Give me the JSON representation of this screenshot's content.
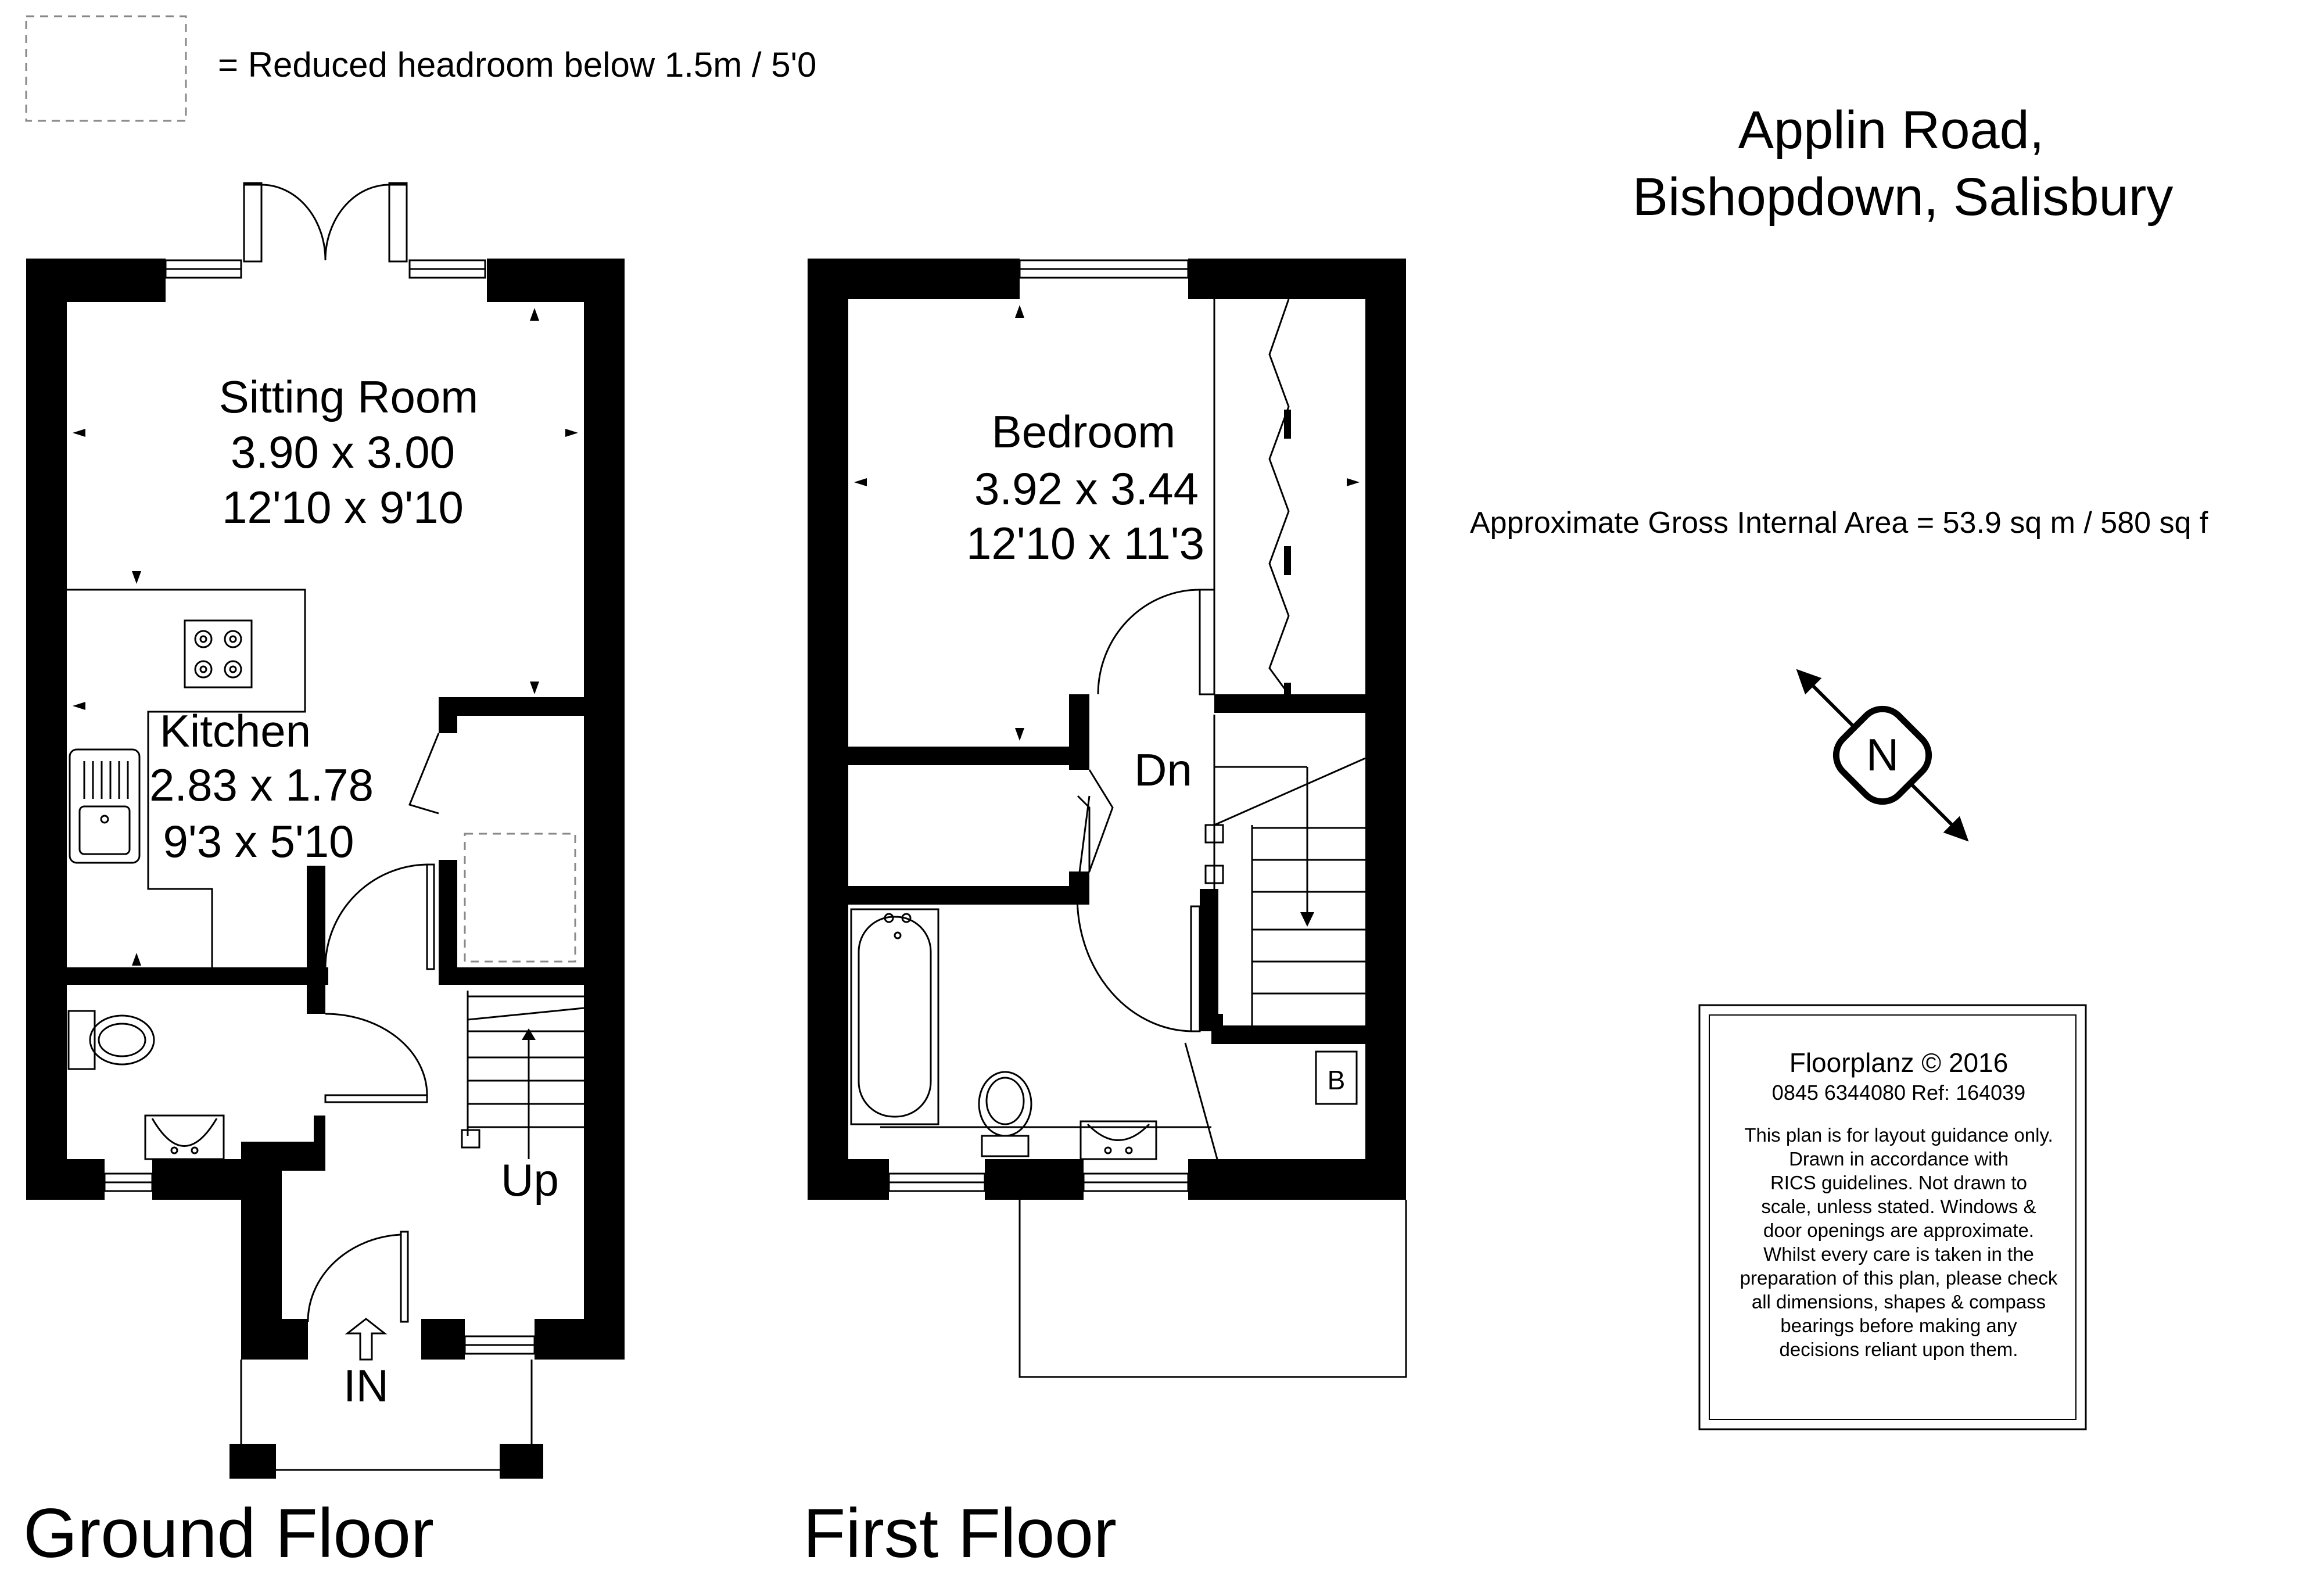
{
  "legend": {
    "text": "= Reduced headroom below 1.5m / 5'0"
  },
  "address": {
    "line1": "Applin Road,",
    "line2": "Bishopdown, Salisbury"
  },
  "area": {
    "text": "Approximate Gross Internal Area = 53.9 sq m / 580 sq f"
  },
  "rooms": {
    "sitting": {
      "name": "Sitting Room",
      "metric": "3.90 x 3.00",
      "imperial": "12'10 x 9'10"
    },
    "kitchen": {
      "name": "Kitchen",
      "metric": "2.83 x 1.78",
      "imperial": "9'3 x 5'10"
    },
    "bedroom": {
      "name": "Bedroom",
      "metric": "3.92 x 3.44",
      "imperial": "12'10 x 11'3"
    }
  },
  "stairs": {
    "up": "Up",
    "down": "Dn"
  },
  "entrance": {
    "label": "IN"
  },
  "boiler": {
    "label": "B"
  },
  "compass": {
    "label": "N"
  },
  "floors": {
    "ground": "Ground Floor",
    "first": "First Floor"
  },
  "disclaimer": {
    "title": "Floorplanz © 2016",
    "ref": "0845 6344080 Ref: 164039",
    "lines": [
      "This plan is for layout guidance only.",
      "Drawn in accordance with",
      "RICS guidelines. Not drawn to",
      "scale, unless stated. Windows &",
      "door openings are approximate.",
      "Whilst every care is taken in the",
      "preparation of this plan, please check",
      "all dimensions, shapes & compass",
      "bearings before making any",
      "decisions reliant upon them."
    ]
  }
}
